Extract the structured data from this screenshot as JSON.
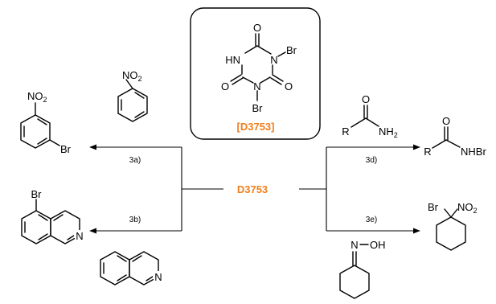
{
  "reagent": {
    "code_center": "D3753",
    "code_box": "[D3753]",
    "accent_color": "#f07f1e",
    "atoms": {
      "o_top": "O",
      "nh": "HN",
      "n_right": "N",
      "br_top": "Br",
      "o_left": "O",
      "n_bottom": "N",
      "o_right": "O",
      "br_bottom": "Br"
    }
  },
  "conditions": {
    "a": "3a)",
    "b": "3b)",
    "d": "3d)",
    "e": "3e)"
  },
  "molecules": {
    "nitrobenzene": {
      "no2": "NO",
      "sub": "2"
    },
    "bromonitrobenzene": {
      "no2": "NO",
      "sub": "2",
      "br": "Br"
    },
    "isoquinoline": {
      "n": "N"
    },
    "bromoisoquinoline": {
      "br": "Br",
      "n": "N"
    },
    "amide": {
      "o": "O",
      "r": "R",
      "nh2": "NH",
      "sub": "2"
    },
    "bromoamide": {
      "o": "O",
      "r": "R",
      "nhbr": "NHBr"
    },
    "oxime": {
      "n": "N",
      "oh": "OH"
    },
    "bromonitrocyclohexane": {
      "br": "Br",
      "no2": "NO",
      "sub": "2"
    }
  }
}
